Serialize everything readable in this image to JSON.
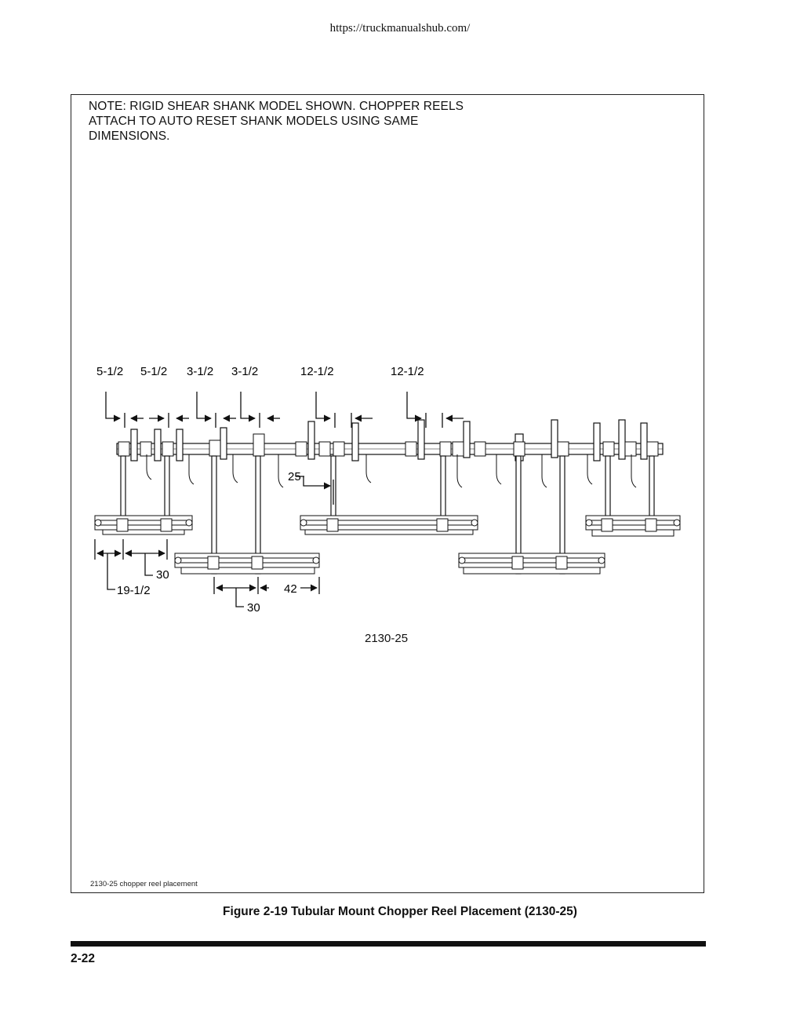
{
  "header": {
    "url": "https://truckmanualshub.com/"
  },
  "figure": {
    "note": "NOTE: RIGID SHEAR SHANK MODEL SHOWN. CHOPPER REELS\nATTACH TO AUTO RESET SHANK MODELS USING SAME\nDIMENSIONS.",
    "top_dimensions": [
      "5-1/2",
      "5-1/2",
      "3-1/2",
      "3-1/2",
      "12-1/2",
      "12-1/2"
    ],
    "reel_dimensions": [
      "25",
      "30",
      "19-1/2",
      "42",
      "30"
    ],
    "figure_code": "2130-25",
    "file_label": "2130-25 chopper reel placement"
  },
  "caption": "Figure 2-19 Tubular Mount Chopper Reel Placement (2130-25)",
  "footer": {
    "page_number": "2-22"
  }
}
